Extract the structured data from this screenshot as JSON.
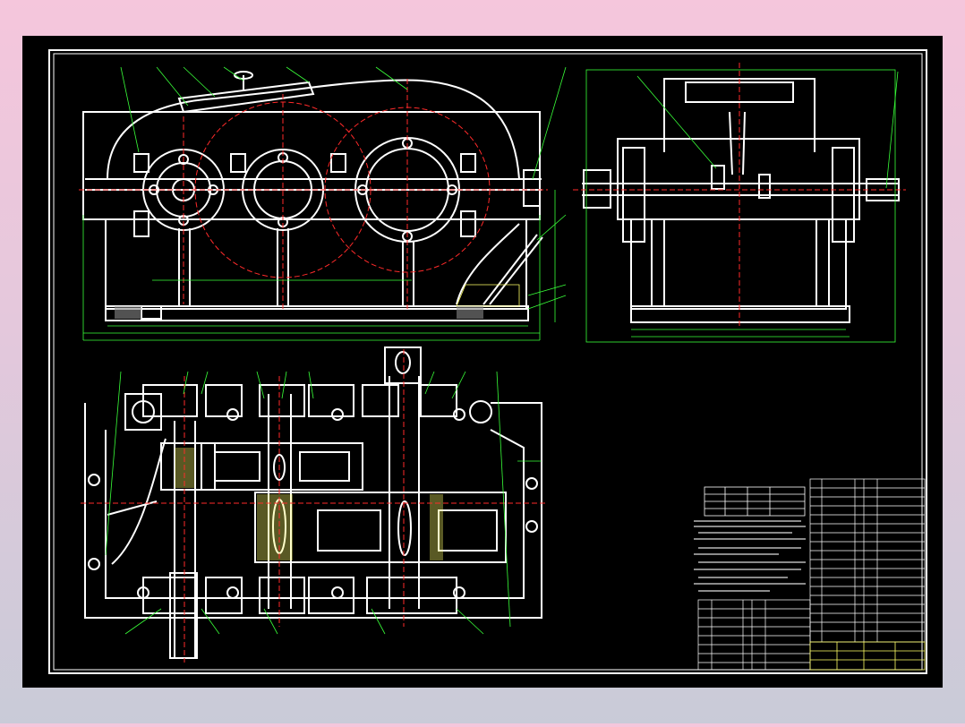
{
  "colors": {
    "background_top": "#f5c6dc",
    "background_bottom": "#c9cbd8",
    "canvas": "#000000",
    "outline": "#ffffff",
    "centerline": "#ff2a2a",
    "dimension": "#39ff39",
    "table_line": "#ffff66"
  },
  "views": [
    "front-view",
    "side-view",
    "top-section-view"
  ],
  "tables": [
    "technical-specs-table",
    "technical-requirements-notes",
    "parts-list",
    "title-block"
  ]
}
